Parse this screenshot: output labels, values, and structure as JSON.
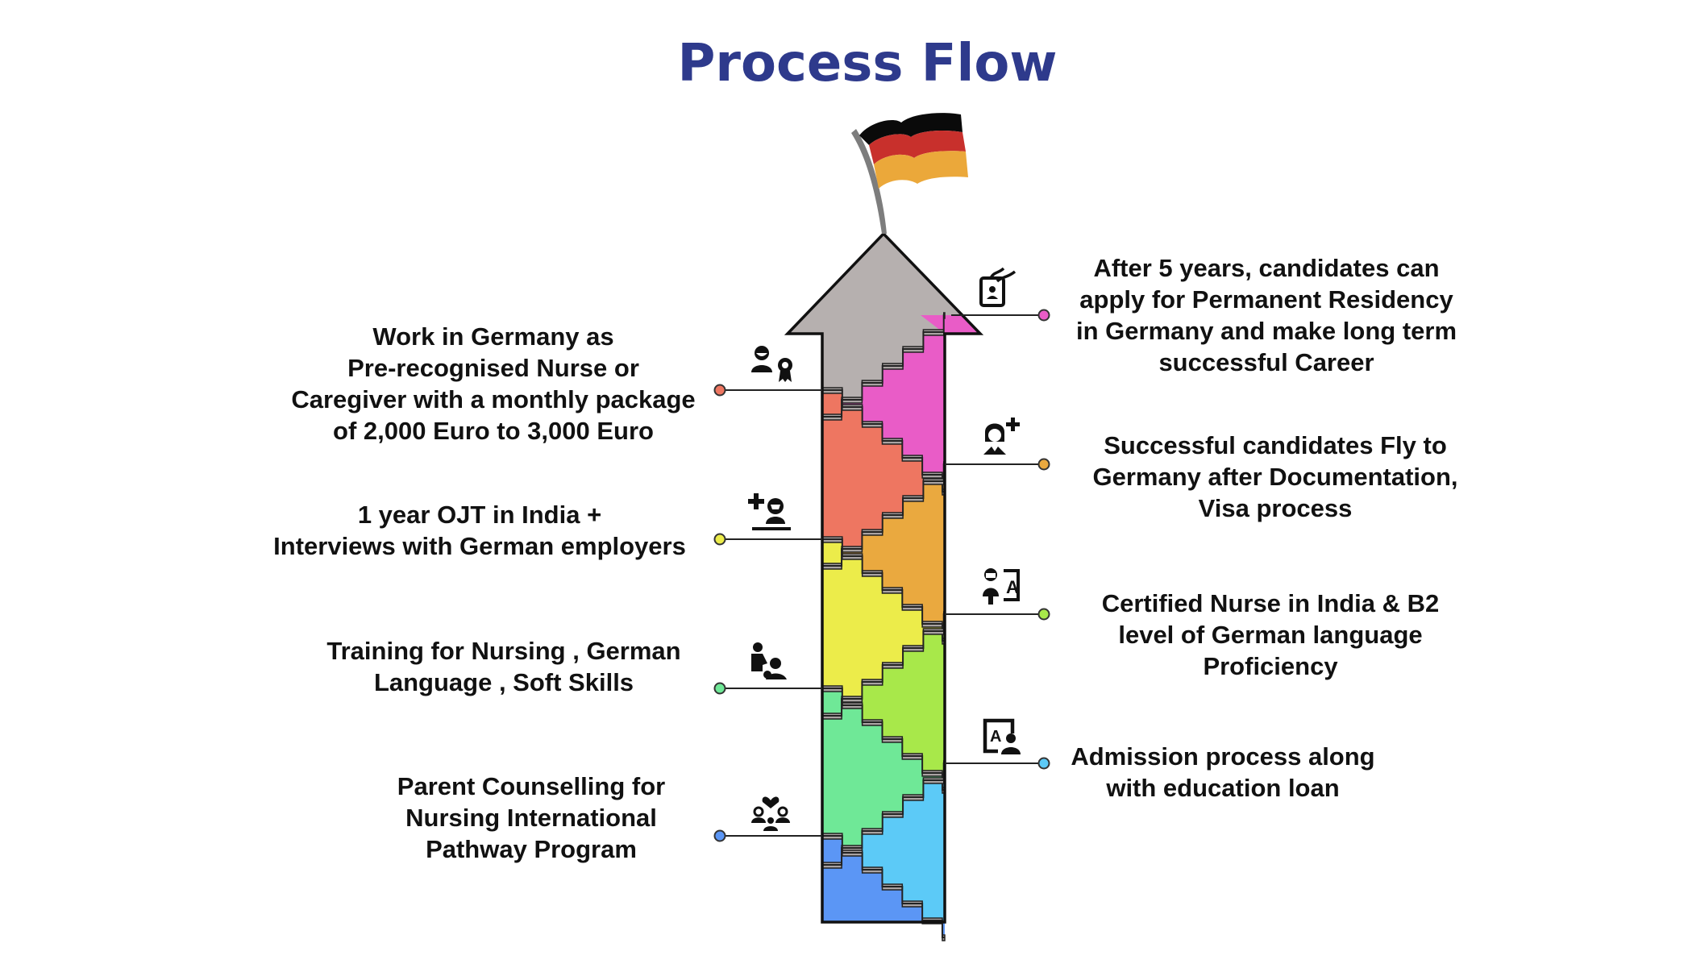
{
  "title": "Process Flow",
  "goal": {
    "flag": "Germany",
    "flag_colors": [
      "#0a0a0a",
      "#c8302c",
      "#eba83a"
    ]
  },
  "arrow_head_color": "#b6b0af",
  "steps": [
    {
      "order": 1,
      "side": "left",
      "icon": "family-heart-icon",
      "color": "#5b96f5",
      "lines": [
        "Parent Counselling for",
        "Nursing International",
        "Pathway Program"
      ]
    },
    {
      "order": 2,
      "side": "right",
      "icon": "admission-document-person-icon",
      "color": "#5ccaf7",
      "lines": [
        "Admission process along",
        "with education loan"
      ]
    },
    {
      "order": 3,
      "side": "left",
      "icon": "training-person-icon",
      "color": "#6fe897",
      "lines": [
        "Training for Nursing , German",
        "Language , Soft Skills"
      ]
    },
    {
      "order": 4,
      "side": "right",
      "icon": "certified-nurse-language-icon",
      "color": "#a8e84a",
      "lines": [
        "Certified Nurse in India & B2",
        "level of German language",
        "Proficiency"
      ]
    },
    {
      "order": 5,
      "side": "left",
      "icon": "medical-doctor-interview-icon",
      "color": "#ecec4a",
      "lines": [
        "1 year OJT in India +",
        "Interviews with German employers"
      ]
    },
    {
      "order": 6,
      "side": "right",
      "icon": "nurse-plus-icon",
      "color": "#eaa93f",
      "lines": [
        "Successful candidates Fly to",
        "Germany after Documentation,",
        "Visa process"
      ]
    },
    {
      "order": 7,
      "side": "left",
      "icon": "person-award-badge-icon",
      "color": "#ee7661",
      "lines": [
        "Work in Germany as",
        "Pre-recognised Nurse or",
        "Caregiver with a monthly package",
        "of 2,000 Euro to 3,000 Euro"
      ]
    },
    {
      "order": 8,
      "side": "right",
      "icon": "residency-id-card-icon",
      "color": "#e95cc7",
      "lines": [
        "After 5 years, candidates can",
        "apply for Permanent Residency",
        "in Germany and make long term",
        "successful Career"
      ]
    }
  ]
}
